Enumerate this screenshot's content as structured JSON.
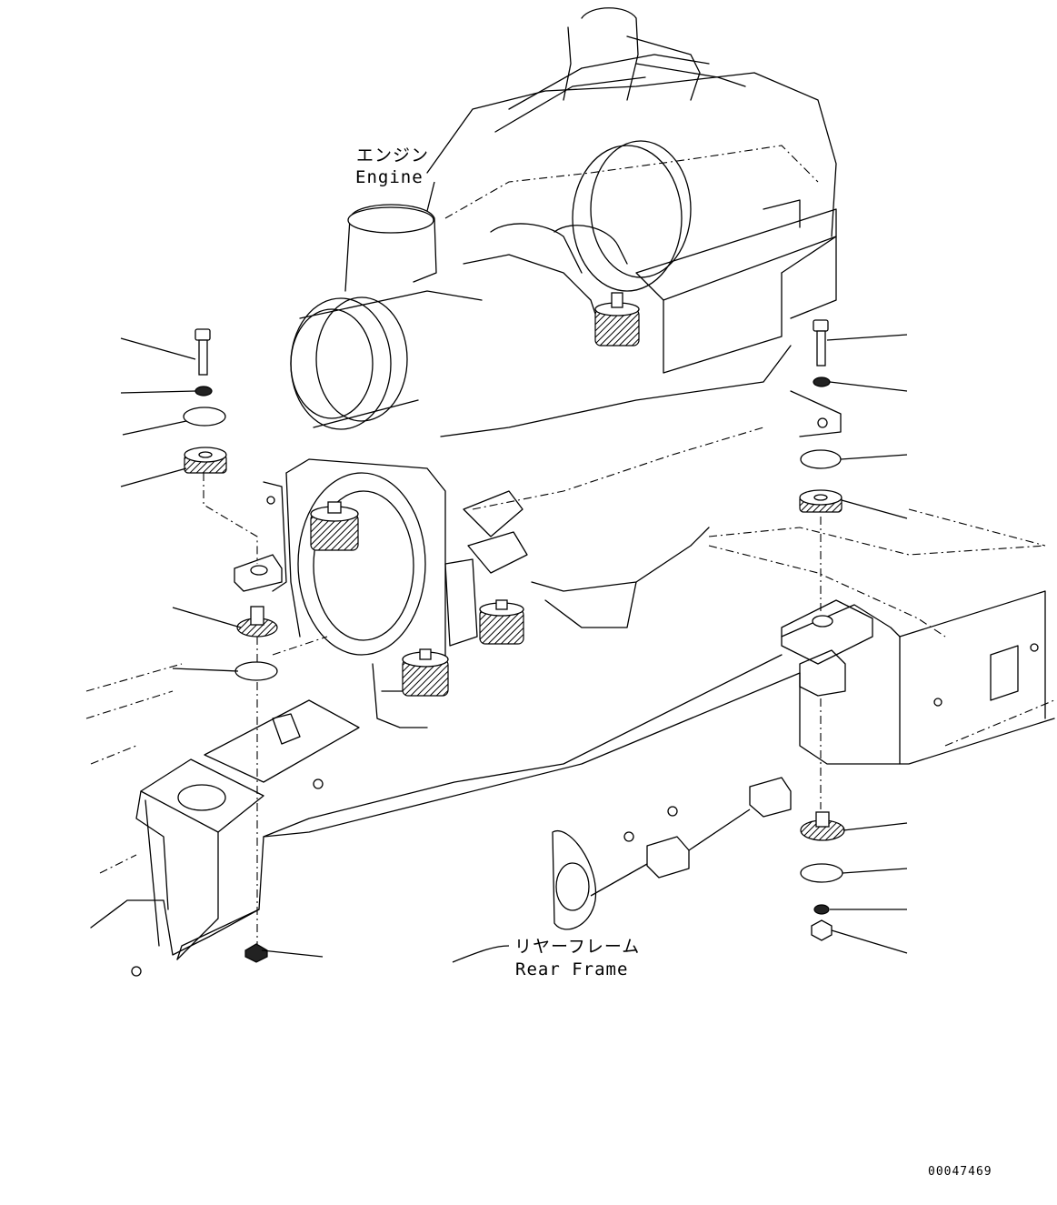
{
  "labels": {
    "engine_jp": "エンジン",
    "engine_en": "Engine",
    "rear_frame_jp": "リヤーフレーム",
    "rear_frame_en": "Rear Frame"
  },
  "document_number": "00047469"
}
